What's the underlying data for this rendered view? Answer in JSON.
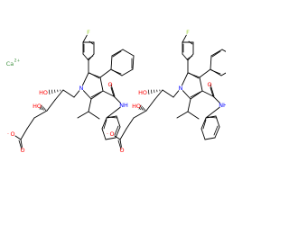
{
  "colors": {
    "bond": "#000000",
    "carbon": "#000000",
    "nitrogen": "#0000ff",
    "oxygen": "#ff0000",
    "fluorine": "#9acd32",
    "calcium": "#3d8f3d"
  },
  "counterion": {
    "symbol": "Ca",
    "charge": "2+"
  },
  "molecules": [
    {
      "id": "left",
      "labels": {
        "fluorine": "F",
        "ring_nitrogen": "N",
        "hydroxyl_1": "HO",
        "hydroxyl_2": "HO",
        "amide_oxygen": "O",
        "amide_nh": "NH",
        "carboxylate_oxygen_1": "O",
        "carboxylate_oxygen_2": "O",
        "carboxylate_charge": "-"
      }
    },
    {
      "id": "right",
      "labels": {
        "fluorine": "F",
        "ring_nitrogen": "N",
        "hydroxyl_1": "HO",
        "hydroxyl_2": "HO",
        "amide_oxygen": "O",
        "amide_nh": "NH",
        "carboxylate_oxygen_1": "O",
        "carboxylate_oxygen_2": "O",
        "carboxylate_charge": "-"
      }
    }
  ]
}
